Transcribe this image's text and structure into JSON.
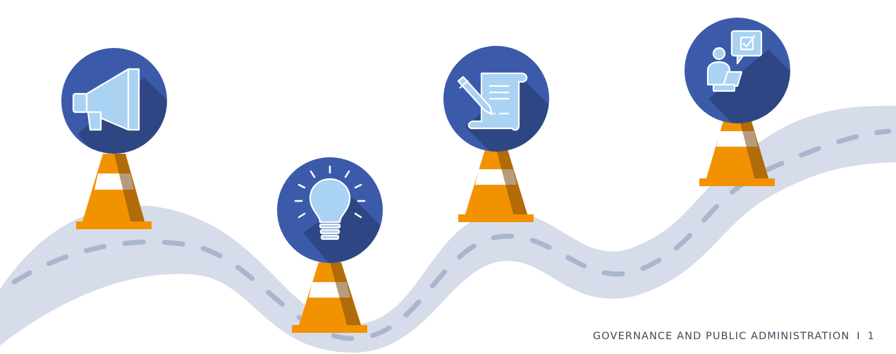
{
  "colors": {
    "road": "#d6dcea",
    "road_dash": "#aab5d0",
    "cone_orange": "#f39200",
    "cone_stripe": "#ffffff",
    "cone_shadow": "#7a4a10",
    "circle": "#3b5baa",
    "icon_fill": "#a9d2f3",
    "footer_text": "#3f4a5a"
  },
  "milestones": [
    {
      "icon": "megaphone-icon"
    },
    {
      "icon": "lightbulb-icon"
    },
    {
      "icon": "scroll-document-icon"
    },
    {
      "icon": "person-checkbox-icon"
    }
  ],
  "footer": {
    "label": "GOVERNANCE AND PUBLIC ADMINISTRATION",
    "separator": "I",
    "page_number": "1"
  }
}
